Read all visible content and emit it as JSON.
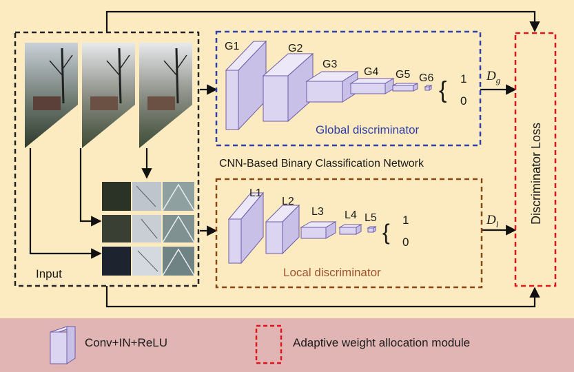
{
  "input": {
    "label": "Input"
  },
  "global_discriminator": {
    "label": "Global discriminator",
    "layers": [
      "G1",
      "G2",
      "G3",
      "G4",
      "G5",
      "G6"
    ],
    "output_one": "1",
    "output_zero": "0",
    "output_symbol": "D",
    "output_subscript": "g"
  },
  "network_title": "CNN-Based Binary Classification Network",
  "local_discriminator": {
    "label": "Local discriminator",
    "layers": [
      "L1",
      "L2",
      "L3",
      "L4",
      "L5"
    ],
    "output_one": "1",
    "output_zero": "0",
    "output_symbol": "D",
    "output_subscript": "l"
  },
  "loss_module": {
    "label": "Discriminator Loss"
  },
  "legend": {
    "conv_label": "Conv+IN+ReLU",
    "adaptive_label": "Adaptive weight allocation module"
  },
  "colors": {
    "panel_bg": "#fcebc0",
    "legend_bg": "#e1b5b3",
    "cube_front": "#dcd5f2",
    "cube_edge": "#6b5aa8",
    "global_border": "#2f3ea8",
    "local_border": "#8b4513",
    "global_text": "#2f3ea8",
    "local_text": "#a0522d",
    "loss_border": "#e0141b",
    "input_border": "#222222"
  }
}
